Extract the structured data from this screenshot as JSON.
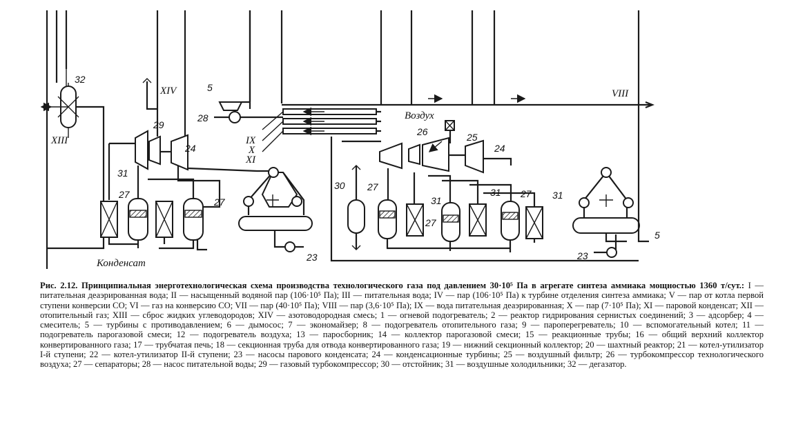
{
  "diagram": {
    "labels": {
      "l32": "32",
      "l5a": "5",
      "l28": "28",
      "l29": "29",
      "l24a": "24",
      "l31a": "31",
      "l27a": "27",
      "l27b": "27",
      "lIX": "IX",
      "lX": "X",
      "lXI": "XI",
      "lXIV": "XIV",
      "lXIII": "XIII",
      "lVIII": "VIII",
      "lvozduh": "Воздух",
      "l26": "26",
      "l25": "25",
      "l24b": "24",
      "l30": "30",
      "l27c": "27",
      "l31b": "31",
      "l27d": "27",
      "l31c": "31",
      "l27e": "27",
      "l31d": "31",
      "l23a": "23",
      "l23b": "23",
      "l5b": "5",
      "lkond": "Конденсат"
    }
  },
  "caption": {
    "title": "Рис. 2.12. Принципиальная энерготехнологическая схема производства технологического газа под давлением 30·10⁵ Па в агрегате синтеза аммиака мощностью 1360 т/сут.:",
    "legend": "I — питательная деаэрированная вода; II — насыщенный водяной пар (106·10⁵ Па); III — питательная вода; IV — пар (106·10⁵ Па) к турбине отделения синтеза аммиака; V — пар от котла первой ступени конверсии CO; VI — газ на конверсию CO; VII — пар (40·10⁵ Па); VIII — пар (3,6·10⁵ Па); IX — вода питательная деаэрированная; X — пар (7·10⁵ Па); XI — паровой конденсат; XII — отопительный газ; XIII — сброс жидких углеводородов; XIV — азотоводородная смесь; 1 — огневой подогреватель; 2 — реактор гидрирования сернистых соединений; 3 — адсорбер; 4 — смеситель; 5 — турбины с противодавлением; 6 — дымосос; 7 — экономайзер; 8 — подогреватель отопительного газа; 9 — пароперегреватель; 10 — вспомогательный котел; 11 — подогреватель парогазовой смеси; 12 — подогреватель воздуха; 13 — паросборник; 14 — коллектор парогазовой смеси; 15 — реакционные трубы; 16 — общий верхний коллектор конвертированного газа; 17 — трубчатая печь; 18 — секционная труба для отвода конвертированного газа; 19 — нижний секционный коллектор; 20 — шахтный реактор; 21 — котел-утилизатор I-й ступени; 22 — котел-утилизатор II-й ступени; 23 — насосы парового конденсата; 24 — конденсационные турбины; 25 — воздушный фильтр; 26 — турбокомпрессор технологического воздуха; 27 — сепараторы; 28 — насос питательной воды; 29 — газовый турбокомпрессор; 30 — отстойник; 31 — воздушные холодильники; 32 — дегазатор."
  }
}
